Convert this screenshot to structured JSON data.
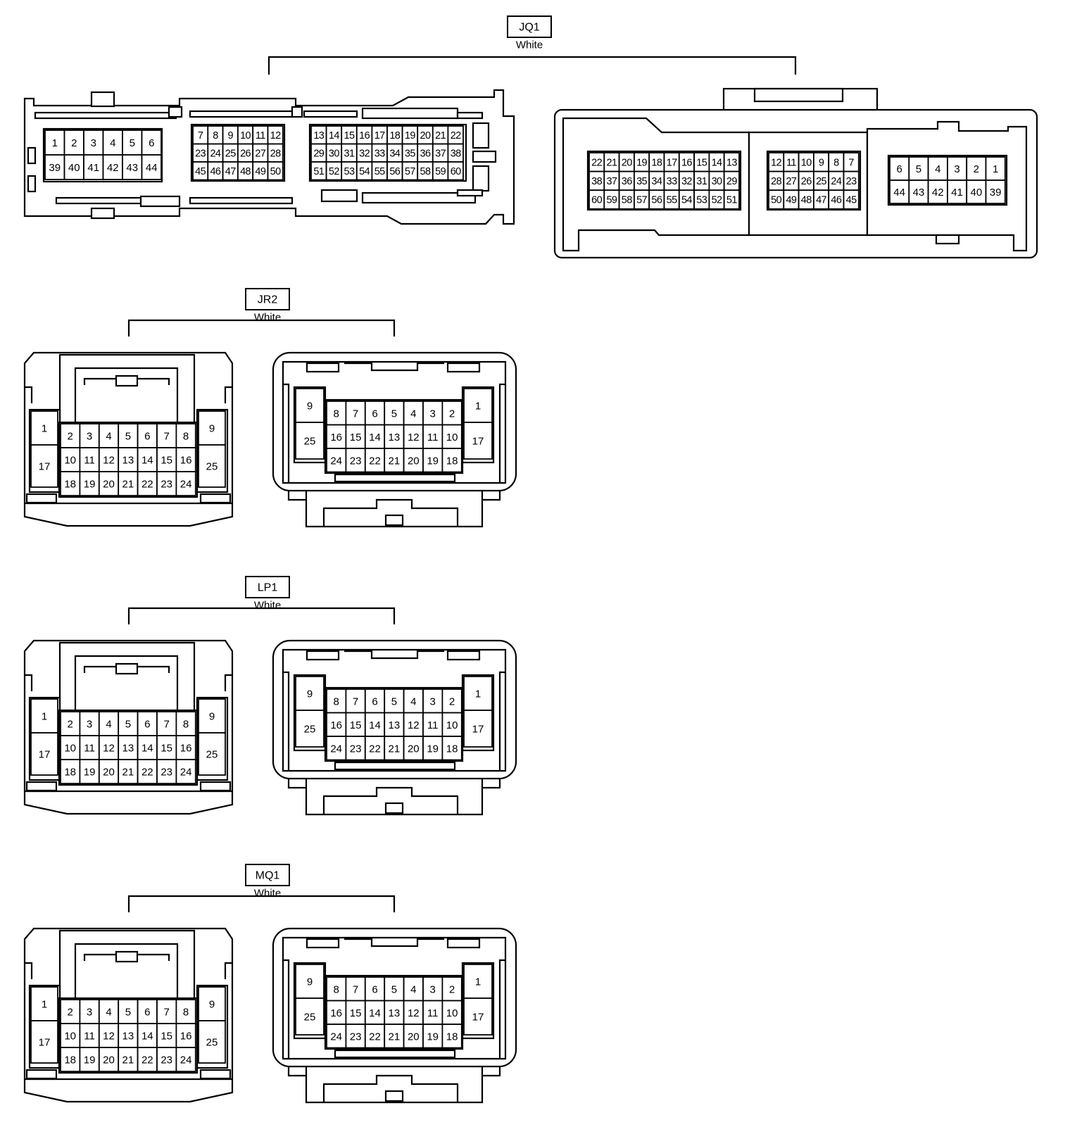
{
  "connectors": [
    {
      "id": "JQ1",
      "name": "JQ1",
      "color": "White",
      "views": [
        {
          "blocks": [
            [
              [
                "1",
                "2",
                "3",
                "4",
                "5",
                "6"
              ],
              [
                "39",
                "40",
                "41",
                "42",
                "43",
                "44"
              ]
            ],
            [
              [
                "7",
                "8",
                "9",
                "10",
                "11",
                "12"
              ],
              [
                "23",
                "24",
                "25",
                "26",
                "27",
                "28"
              ],
              [
                "45",
                "46",
                "47",
                "48",
                "49",
                "50"
              ]
            ],
            [
              [
                "13",
                "14",
                "15",
                "16",
                "17",
                "18",
                "19",
                "20",
                "21",
                "22"
              ],
              [
                "29",
                "30",
                "31",
                "32",
                "33",
                "34",
                "35",
                "36",
                "37",
                "38"
              ],
              [
                "51",
                "52",
                "53",
                "54",
                "55",
                "56",
                "57",
                "58",
                "59",
                "60"
              ]
            ]
          ]
        },
        {
          "blocks": [
            [
              [
                "22",
                "21",
                "20",
                "19",
                "18",
                "17",
                "16",
                "15",
                "14",
                "13"
              ],
              [
                "38",
                "37",
                "36",
                "35",
                "34",
                "33",
                "32",
                "31",
                "30",
                "29"
              ],
              [
                "60",
                "59",
                "58",
                "57",
                "56",
                "55",
                "54",
                "53",
                "52",
                "51"
              ]
            ],
            [
              [
                "12",
                "11",
                "10",
                "9",
                "8",
                "7"
              ],
              [
                "28",
                "27",
                "26",
                "25",
                "24",
                "23"
              ],
              [
                "50",
                "49",
                "48",
                "47",
                "46",
                "45"
              ]
            ],
            [
              [
                "6",
                "5",
                "4",
                "3",
                "2",
                "1"
              ],
              [
                "44",
                "43",
                "42",
                "41",
                "40",
                "39"
              ]
            ]
          ]
        }
      ]
    },
    {
      "id": "JR2",
      "name": "JR2",
      "color": "White",
      "views": [
        {
          "side": [
            [
              "1",
              "17"
            ],
            [
              "9",
              "25"
            ]
          ],
          "grid": [
            [
              "2",
              "3",
              "4",
              "5",
              "6",
              "7",
              "8"
            ],
            [
              "10",
              "11",
              "12",
              "13",
              "14",
              "15",
              "16"
            ],
            [
              "18",
              "19",
              "20",
              "21",
              "22",
              "23",
              "24"
            ]
          ]
        },
        {
          "side": [
            [
              "9",
              "25"
            ],
            [
              "1",
              "17"
            ]
          ],
          "grid": [
            [
              "8",
              "7",
              "6",
              "5",
              "4",
              "3",
              "2"
            ],
            [
              "16",
              "15",
              "14",
              "13",
              "12",
              "11",
              "10"
            ],
            [
              "24",
              "23",
              "22",
              "21",
              "20",
              "19",
              "18"
            ]
          ]
        }
      ]
    },
    {
      "id": "LP1",
      "name": "LP1",
      "color": "White",
      "views": [
        {
          "side": [
            [
              "1",
              "17"
            ],
            [
              "9",
              "25"
            ]
          ],
          "grid": [
            [
              "2",
              "3",
              "4",
              "5",
              "6",
              "7",
              "8"
            ],
            [
              "10",
              "11",
              "12",
              "13",
              "14",
              "15",
              "16"
            ],
            [
              "18",
              "19",
              "20",
              "21",
              "22",
              "23",
              "24"
            ]
          ]
        },
        {
          "side": [
            [
              "9",
              "25"
            ],
            [
              "1",
              "17"
            ]
          ],
          "grid": [
            [
              "8",
              "7",
              "6",
              "5",
              "4",
              "3",
              "2"
            ],
            [
              "16",
              "15",
              "14",
              "13",
              "12",
              "11",
              "10"
            ],
            [
              "24",
              "23",
              "22",
              "21",
              "20",
              "19",
              "18"
            ]
          ]
        }
      ]
    },
    {
      "id": "MQ1",
      "name": "MQ1",
      "color": "White",
      "views": [
        {
          "side": [
            [
              "1",
              "17"
            ],
            [
              "9",
              "25"
            ]
          ],
          "grid": [
            [
              "2",
              "3",
              "4",
              "5",
              "6",
              "7",
              "8"
            ],
            [
              "10",
              "11",
              "12",
              "13",
              "14",
              "15",
              "16"
            ],
            [
              "18",
              "19",
              "20",
              "21",
              "22",
              "23",
              "24"
            ]
          ]
        },
        {
          "side": [
            [
              "9",
              "25"
            ],
            [
              "1",
              "17"
            ]
          ],
          "grid": [
            [
              "8",
              "7",
              "6",
              "5",
              "4",
              "3",
              "2"
            ],
            [
              "16",
              "15",
              "14",
              "13",
              "12",
              "11",
              "10"
            ],
            [
              "24",
              "23",
              "22",
              "21",
              "20",
              "19",
              "18"
            ]
          ]
        }
      ]
    }
  ]
}
